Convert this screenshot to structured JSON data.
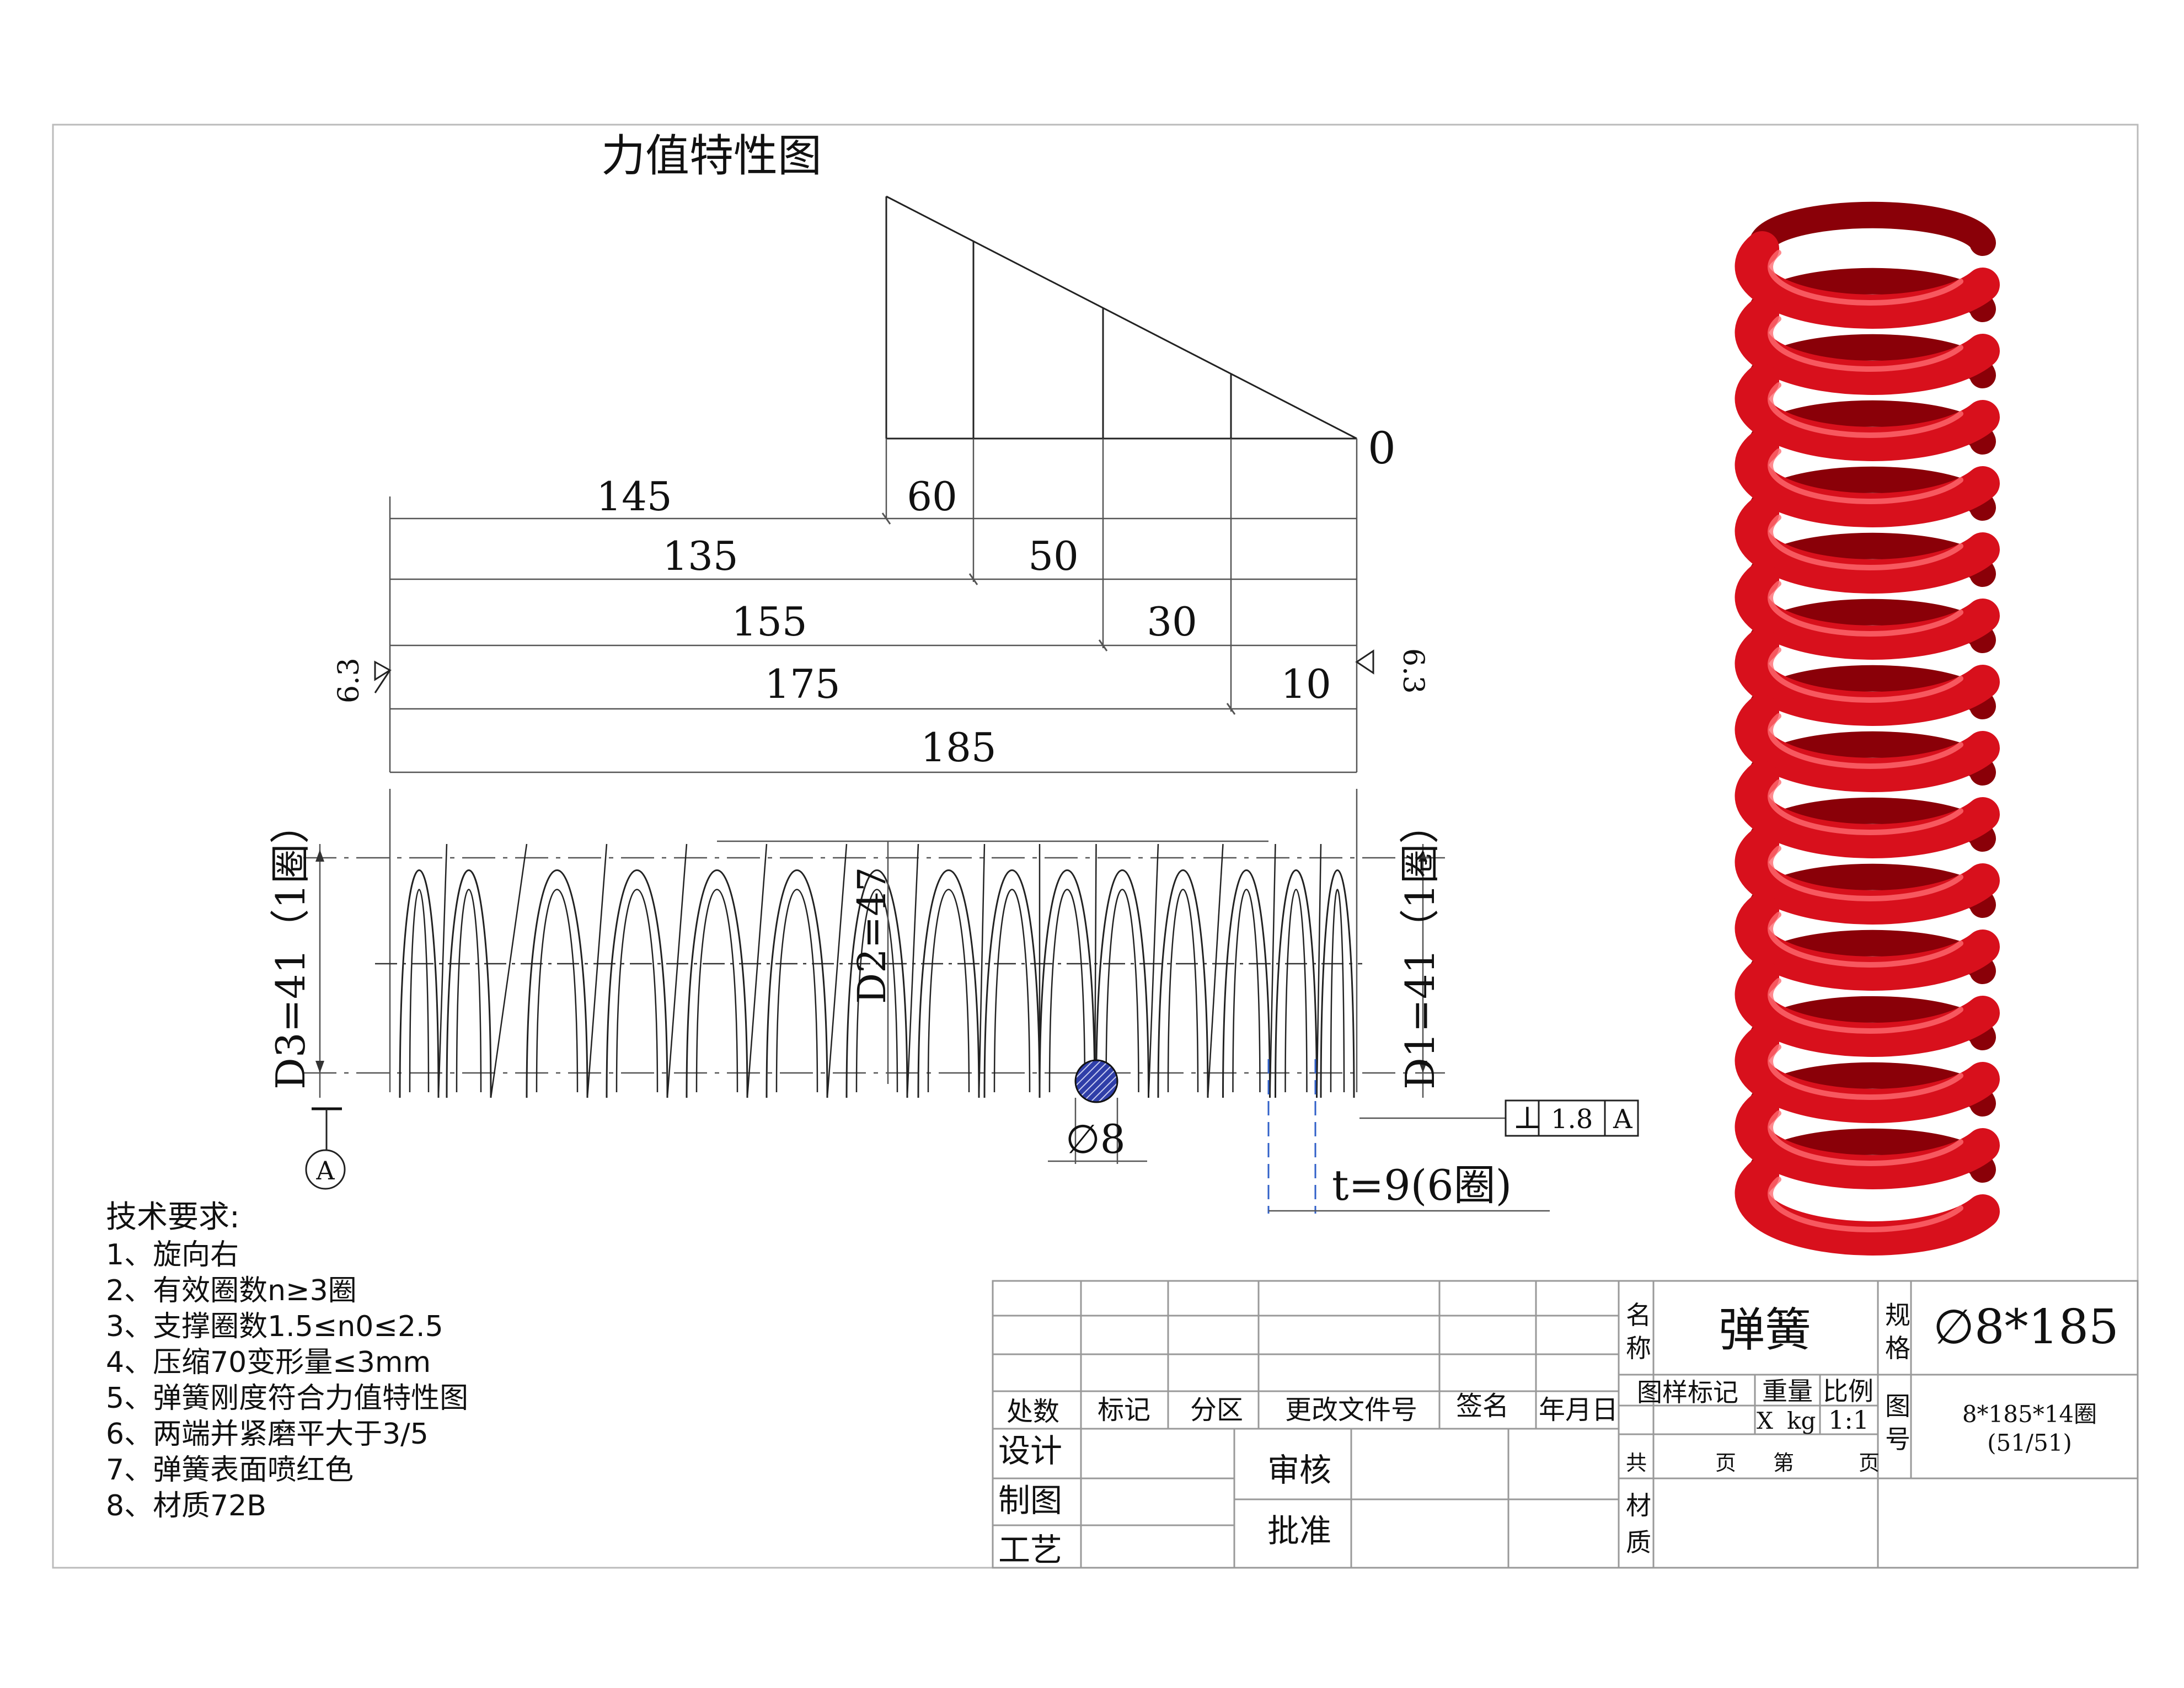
{
  "chart": {
    "title": "力值特性图",
    "zero_label": "0"
  },
  "dimensions": {
    "row1": [
      "145",
      "60"
    ],
    "row2": [
      "135",
      "50"
    ],
    "row3": [
      "155",
      "30"
    ],
    "row4": [
      "175",
      "10"
    ],
    "total": "185",
    "roughness_left": "6.3",
    "roughness_right": "6.3",
    "d3": "D3=41（1圈）",
    "d1": "D1=41（1圈）",
    "d2": "D2=47",
    "wire": "∅8",
    "pitch": "t=9(6圈)",
    "perp_symbol": "⊥",
    "perp_value": "1.8",
    "perp_datum": "A",
    "datum_label": "A"
  },
  "requirements": {
    "title": "技术要求:",
    "items": [
      "1、旋向右",
      "2、有效圈数n≥3圈",
      "3、支撑圈数1.5≤n0≤2.5",
      "4、压缩70变形量≤3mm",
      "5、弹簧刚度符合力值特性图",
      "6、两端并紧磨平大于3/5",
      "7、弹簧表面喷红色",
      "8、材质72B"
    ]
  },
  "title_block": {
    "headers": [
      "处数",
      "标记",
      "分区",
      "更改文件号",
      "签名",
      "年月日"
    ],
    "design": "设计",
    "drawing": "制图",
    "process": "工艺",
    "review": "审核",
    "approve": "批准",
    "name_label_1": "名",
    "name_label_2": "称",
    "name": "弹簧",
    "spec_label_1": "规",
    "spec_label_2": "格",
    "spec": "∅8*185",
    "pattern_mark": "图样标记",
    "weight": "重量",
    "scale_label": "比例",
    "x_mark": "X",
    "kg": "kg",
    "scale": "1:1",
    "drawing_no_label_1": "图",
    "drawing_no_label_2": "号",
    "drawing_no": "8*185*14圈",
    "drawing_no_sub": "(51/51)",
    "total_pages": "共",
    "page_unit_1": "页",
    "page_of": "第",
    "page_unit_2": "页",
    "material_label_1": "材",
    "material_label_2": "质"
  },
  "colors": {
    "spring_red": "#d8101c",
    "spring_dark": "#8a0008",
    "spring_light": "#ff6a70",
    "wire_section": "#2f3ea8"
  }
}
